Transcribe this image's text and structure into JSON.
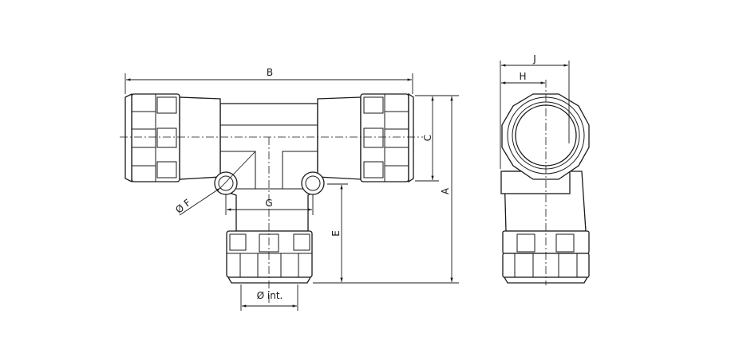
{
  "drawing": {
    "front_view": {
      "dimensions": {
        "B": "B",
        "C": "C",
        "A": "A",
        "E": "E",
        "G": "G",
        "F": "Ø F",
        "int": "Ø int."
      }
    },
    "side_view": {
      "dimensions": {
        "J": "J",
        "H": "H"
      }
    },
    "line_color": "#1a1a1a"
  }
}
